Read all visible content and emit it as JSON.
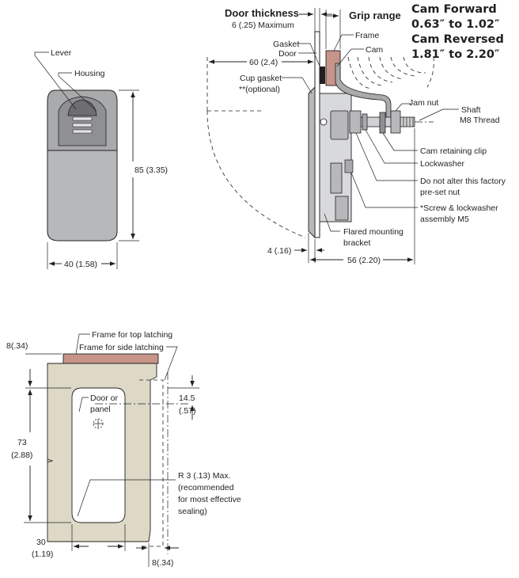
{
  "front_view": {
    "lever": "Lever",
    "housing": "Housing",
    "height_dim": "85 (3.35)",
    "width_dim": "40 (1.58)"
  },
  "side_view": {
    "door_thickness": "Door thickness",
    "door_thickness_max": "6 (.25) Maximum",
    "grip_range": "Grip range",
    "frame": "Frame",
    "gasket": "Gasket",
    "door": "Door",
    "cam": "Cam",
    "swing_dim": "60 (2.4)",
    "cup_gasket": "Cup gasket",
    "cup_gasket_note": "**(optional)",
    "jam_nut": "Jam nut",
    "shaft": "Shaft",
    "m8_thread": "M8 Thread",
    "cam_retaining_clip": "Cam retaining clip",
    "lockwasher": "Lockwasher",
    "preset_nut_1": "Do not alter this factory",
    "preset_nut_2": "pre-set nut",
    "screw_1": "*Screw & lockwasher",
    "screw_2": "assembly M5",
    "flared_1": "Flared mounting",
    "flared_2": "bracket",
    "offset_dim": "4 (.16)",
    "depth_dim": "56 (2.20)"
  },
  "cam_info": {
    "forward_label": "Cam Forward",
    "forward_range": "0.63″ to 1.02″",
    "reversed_label": "Cam Reversed",
    "reversed_range": "1.81″ to 2.20″"
  },
  "cutout": {
    "frame_top": "Frame for top latching",
    "frame_side": "Frame for side latching",
    "top_dim": "8(.34)",
    "door_panel_1": "Door or",
    "door_panel_2": "panel",
    "center_dim_1": "14.5",
    "center_dim_2": "(.57)",
    "height_dim_1": "73",
    "height_dim_2": "(2.88)",
    "radius_1": "R 3 (.13) Max.",
    "radius_2": "(recommended",
    "radius_3": "for most effective",
    "radius_4": "sealing)",
    "width_dim_1": "30",
    "width_dim_2": "(1.19)",
    "side_dim": "8(.34)"
  },
  "colors": {
    "frame_copper": "#c7948a",
    "panel_beige": "#ddd9c6",
    "metal_gray": "#b7b8ba",
    "housing_gray": "#a9aaac",
    "dark_gray": "#6d6e71"
  }
}
